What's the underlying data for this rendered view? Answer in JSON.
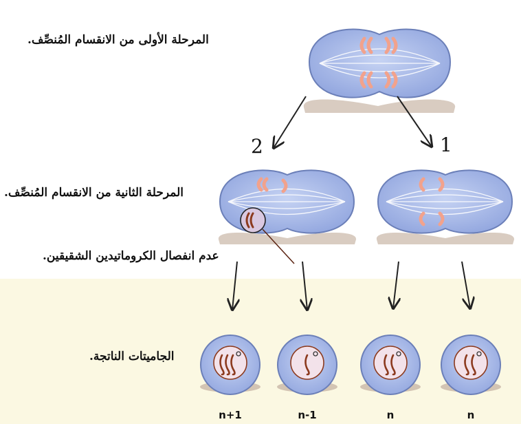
{
  "labels": {
    "meiosis_one": "المرحلة الأولى من الانقسام المُنصِّف.",
    "meiosis_two": "المرحلة الثانية من الانقسام المُنصِّف.",
    "nondisjunction": "عدم انفصال الكروماتيدين الشقيقين.",
    "gametes": "الجاميتات الناتجة."
  },
  "branches": {
    "left": "2",
    "right": "1"
  },
  "gamete_ploidy": [
    "n+1",
    "n-1",
    "n",
    "n"
  ],
  "colors": {
    "cell_fill": "#aabbe8",
    "cell_stroke": "#6b7fb8",
    "chromosome_pink": "#f2a28c",
    "chromosome_brown": "#8c3a1e",
    "gamete_band": "#fbf8e2"
  }
}
